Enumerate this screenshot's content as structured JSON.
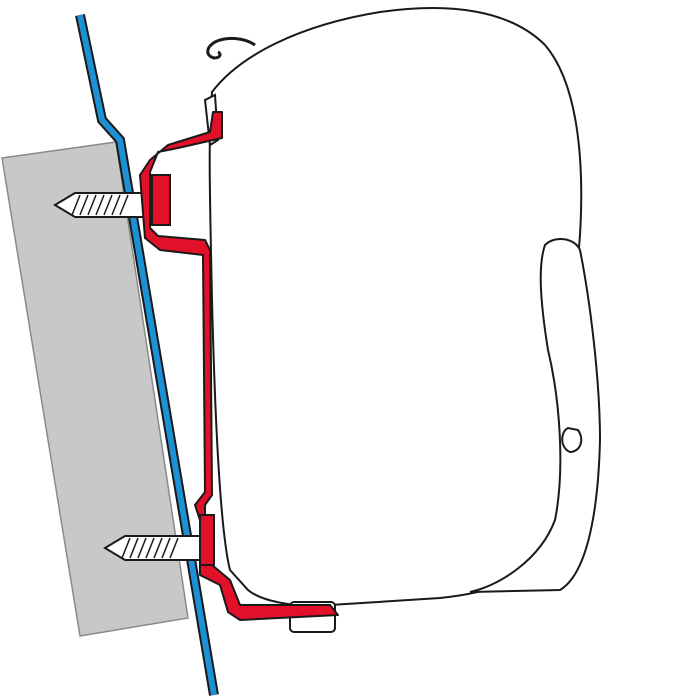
{
  "colors": {
    "wall": "#c8c8c8",
    "wall_outline": "#8a8a8a",
    "vehicle_panel": "#1e90d6",
    "bracket": "#e3102a",
    "outline": "#1a1a1a",
    "awning_fill": "#ffffff"
  },
  "parts": [
    "wall-block",
    "vehicle-panel",
    "mounting-screw",
    "adapter-bracket",
    "awning-housing",
    "hook"
  ]
}
